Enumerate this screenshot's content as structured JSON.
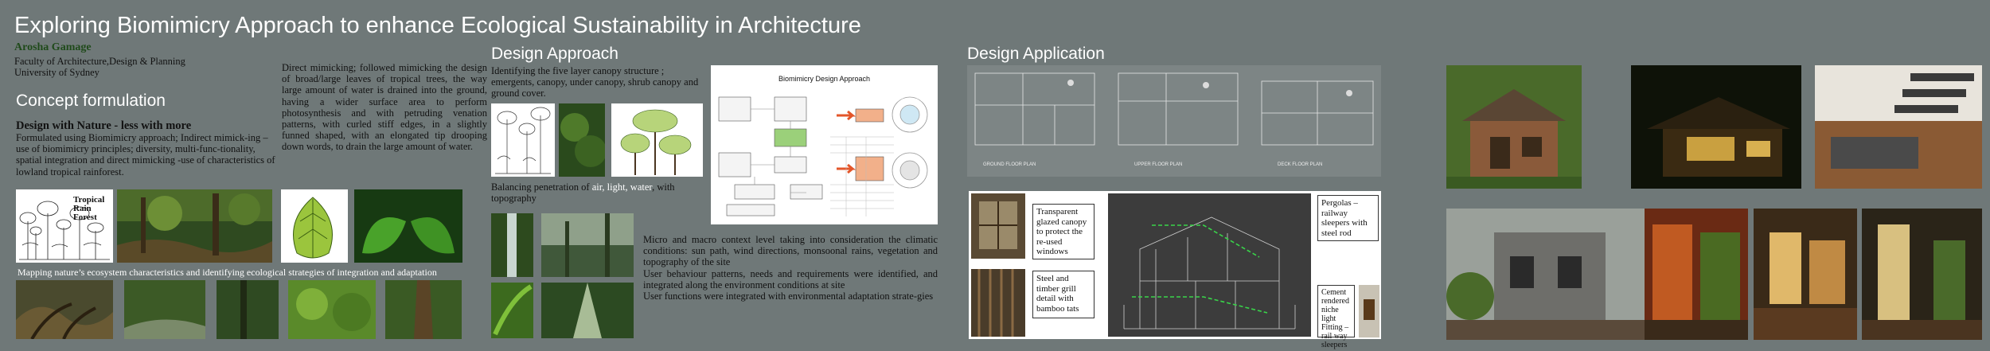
{
  "poster": {
    "title": "Exploring Biomimicry Approach to enhance Ecological Sustainability in Architecture",
    "author": "Arosha Gamage",
    "affiliation_line1": "Faculty of Architecture,Design & Planning",
    "affiliation_line2": "University of Sydney"
  },
  "concept": {
    "heading": "Concept formulation",
    "subheading": "Design with Nature - less with more",
    "body": "Formulated using Biomimicry approach; Indirect mimick-ing – use of biomimicry principles; diversity, multi-func-tionality, spatial integration and direct mimicking -use of characteristics of lowland tropical rainforest.",
    "direct_mimicking": "Direct mimicking; followed mimicking the design of broad/large leaves of tropical trees, the way large amount of water is drained into the ground, having a wider surface area to perform photosynthesis and with petruding venation patterns, with curled stiff edges, in a slightly funned shaped, with an elongated tip drooping down words, to drain the large amount of water.",
    "diagram_label_1": "Tropical",
    "diagram_label_2": "Rain Forest",
    "caption": "Mapping nature’s ecosystem characteristics and identifying ecological strategies of integration and adaptation"
  },
  "approach": {
    "heading": "Design Approach",
    "body": "Identifying the five layer canopy structure ; emergents, canopy, under canopy, shrub canopy and ground cover.",
    "diagram_title": "Biomimicry Design Approach",
    "balancing_prefix": "Balancing penetration of ",
    "balancing_highlight": "air, light, water",
    "balancing_suffix": "with topography",
    "micro_macro": "Micro and macro context level taking into consideration the climatic conditions: sun path, wind directions, monsoonal rains, vegetation and topography of the site",
    "user_behaviour": "User behaviour patterns, needs and requirements were identified, and integrated along the environment conditions at site",
    "user_functions": "User functions were integrated with environmental adaptation strate-gies"
  },
  "application": {
    "heading": "Design Application",
    "plan_label_1": "GROUND FLOOR PLAN",
    "plan_label_2": "UPPER FLOOR PLAN",
    "plan_label_3": "DECK FLOOR PLAN",
    "note_canopy": "Transparent glazed canopy to protect the re-used windows",
    "note_grill": "Steel and timber grill detail with bamboo tats",
    "note_pergolas": "Pergolas – railway sleepers with steel rod",
    "note_niche": "Cement rendered niche light Fitting –rail way sleepers"
  },
  "colors": {
    "background": "#6f7878",
    "title": "#ffffff",
    "author": "#1f4a1a"
  }
}
